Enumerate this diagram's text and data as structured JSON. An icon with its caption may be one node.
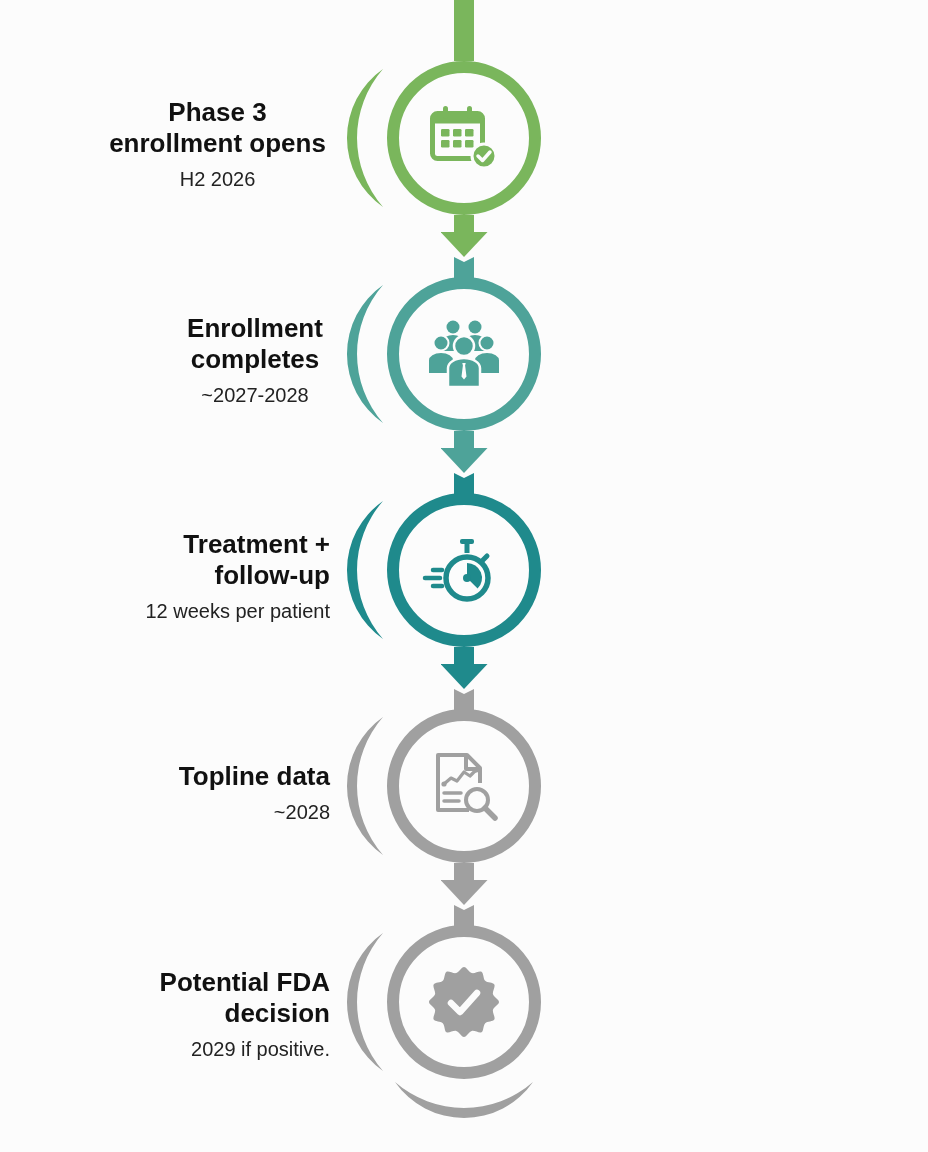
{
  "diagram": {
    "nodes": [
      {
        "text": [
          "Phase 3 enrollment opens",
          "H2 2026"
        ]
      },
      {
        "text": [
          "Enrollment completes",
          "~2027-2028"
        ]
      },
      {
        "text": [
          "Treatment + follow-up",
          "12 weeks per patient"
        ]
      },
      {
        "text": [
          "Topline data",
          "~2028"
        ]
      },
      {
        "text": [
          "Potential FDA decision",
          "2029 if positive."
        ]
      }
    ],
    "edges": [
      {
        "from": null,
        "to": 0,
        "arrow": "none"
      },
      {
        "from": 0,
        "to": 1,
        "arrow": "to"
      },
      {
        "from": 1,
        "to": 2,
        "arrow": "to",
        "color": "#4ea399"
      },
      {
        "from": 2,
        "to": 3,
        "arrow": "to",
        "color": "#1f8a8c"
      },
      {
        "from": 3,
        "to": 4,
        "arrow": "to",
        "color": "#a0a0a0"
      }
    ]
  }
}
